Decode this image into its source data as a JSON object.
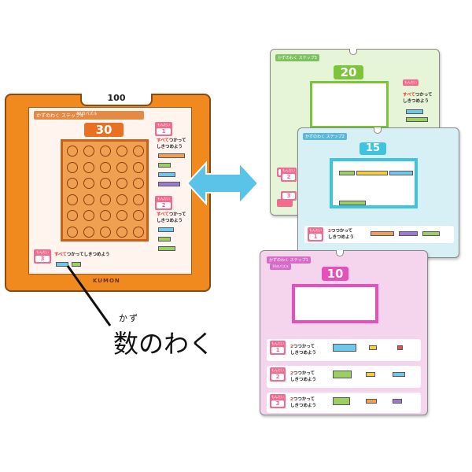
{
  "colors": {
    "board": "#f08a1e",
    "board_frame": "#c8601a",
    "arrow": "#5bc3e8",
    "green_card": "#e6f5d8",
    "blue_card": "#d6f0f5",
    "pink_card": "#f5d4ee",
    "badge": "#f26a8d",
    "highlight_text": "#e8332a"
  },
  "board": {
    "top_number": "100",
    "step_title": "かずのわく ステップ4",
    "step_sub": "30のパズル",
    "frame_number": "30",
    "q1_label": "もんだい",
    "q1_number": "1",
    "q1_text_hi": "すべて",
    "q1_text_rest": "つかって",
    "q1_text_line2": "しきつめよう",
    "q2_label": "もんだい",
    "q2_number": "2",
    "q2_text_hi": "すべて",
    "q2_text_rest": "つかって",
    "q2_text_line2": "しきつめよう",
    "q3_label": "もんだい",
    "q3_number": "3",
    "q3_text_hi": "すべて",
    "q3_text_rest": "つかってしきつめよう",
    "logo": "KUMON"
  },
  "card_green": {
    "step_title": "かずのわく ステップ3",
    "frame_number": "20",
    "q1_label": "もんだい",
    "q1_text_hi": "すべて",
    "q1_text_rest": "つかって",
    "q1_text_line2": "しきつめよう",
    "q2_label": "もんだい",
    "q2_number": "2"
  },
  "card_blue": {
    "step_title": "かずのわく ステップ2",
    "frame_number": "15",
    "q_label": "もんだい",
    "q2_number": "2",
    "q3_number": "3",
    "q1_label": "もんだい",
    "q1_number": "1",
    "q1_text_hi": "2",
    "q1_text_rest": "つつかって",
    "q1_text_line2": "しきつめよう"
  },
  "card_pink": {
    "step_title": "かずのわく ステップ1",
    "step_sub": "10のパズル",
    "frame_number": "10",
    "rows": [
      {
        "label": "もんだい",
        "number": "1",
        "text_hi": "2",
        "text_rest": "つつかって",
        "text_line2": "しきつめよう"
      },
      {
        "label": "もんだい",
        "number": "2",
        "text_hi": "2",
        "text_rest": "つつかって",
        "text_line2": "しきつめよう"
      },
      {
        "label": "もんだい",
        "number": "3",
        "text_hi": "2",
        "text_rest": "つつかって",
        "text_line2": "しきつめよう"
      }
    ]
  },
  "callout": {
    "ruby": "かず",
    "text": "数のわく"
  }
}
